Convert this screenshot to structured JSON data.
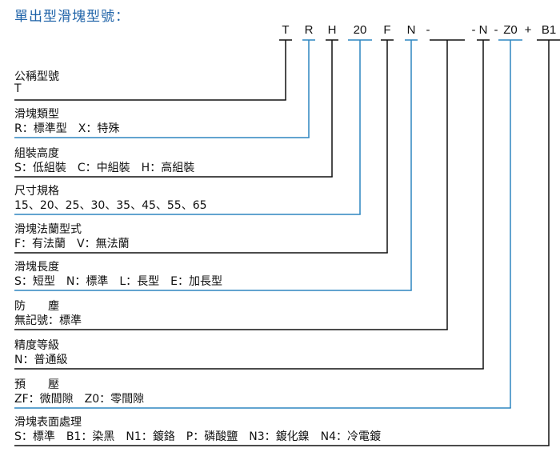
{
  "title": "單出型滑塊型號：",
  "colors": {
    "blue": "#2e86c1",
    "black": "#111111",
    "title": "#1f63a8"
  },
  "codes": [
    {
      "text": "T",
      "color": "black"
    },
    {
      "text": "R",
      "color": "blue"
    },
    {
      "text": "H",
      "color": "black"
    },
    {
      "text": "20",
      "color": "blue"
    },
    {
      "text": "F",
      "color": "black"
    },
    {
      "text": "N",
      "color": "blue"
    },
    {
      "text": "-",
      "color": "none"
    },
    {
      "text": "",
      "color": "black"
    },
    {
      "text": "-",
      "color": "none"
    },
    {
      "text": "N",
      "color": "black"
    },
    {
      "text": "-",
      "color": "none"
    },
    {
      "text": "Z0",
      "color": "blue"
    },
    {
      "text": "+",
      "color": "none"
    },
    {
      "text": "B1",
      "color": "black"
    }
  ],
  "rows": [
    {
      "title": "公稱型號",
      "desc": "T"
    },
    {
      "title": "滑塊類型",
      "desc": "R：標準型　X：特殊"
    },
    {
      "title": "組裝高度",
      "desc": "S：低組裝　C：中組裝　H：高組裝"
    },
    {
      "title": "尺寸規格",
      "desc": "15、20、25、30、35、45、55、65"
    },
    {
      "title": "滑塊法蘭型式",
      "desc": "F：有法蘭　V：無法蘭"
    },
    {
      "title": "滑塊長度",
      "desc": "S：短型　N：標準　L：長型　E：加長型"
    },
    {
      "title": "防　　塵",
      "desc": "無記號：標準"
    },
    {
      "title": "精度等級",
      "desc": "N：普通級"
    },
    {
      "title": "預　　壓",
      "desc": "ZF：微間隙　Z0：零間隙"
    },
    {
      "title": "滑塊表面處理",
      "desc": "S：標準　B1：染黑　N1：鍍鉻　P：磷酸鹽　N3：鍍化鎳　N4：冷電鍍"
    }
  ]
}
